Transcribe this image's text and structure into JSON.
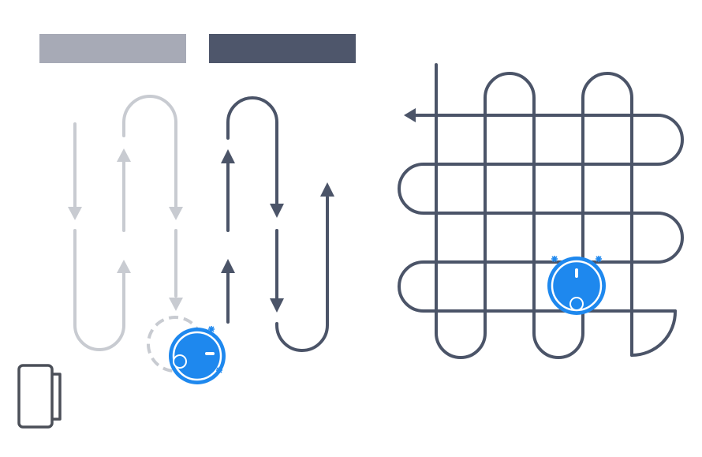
{
  "colors": {
    "background": "#ffffff",
    "light_path": "#c8cbd1",
    "dark_path": "#4b5468",
    "legend_light": "#a7aab6",
    "legend_dark": "#4e566b",
    "robot_blue": "#1e88ee",
    "robot_light": "#ffffff",
    "dock_outline": "#4b4f58"
  },
  "legend": {
    "items": [
      {
        "label": "",
        "color_key": "legend_light"
      },
      {
        "label": "",
        "color_key": "legend_dark"
      }
    ]
  },
  "panels": {
    "left": {
      "pattern": "serpentine-back-and-forth",
      "robot": "robot-vacuum-icon",
      "dock": "charging-dock-icon"
    },
    "right": {
      "pattern": "crisscross-grid",
      "robot": "robot-vacuum-icon"
    }
  }
}
